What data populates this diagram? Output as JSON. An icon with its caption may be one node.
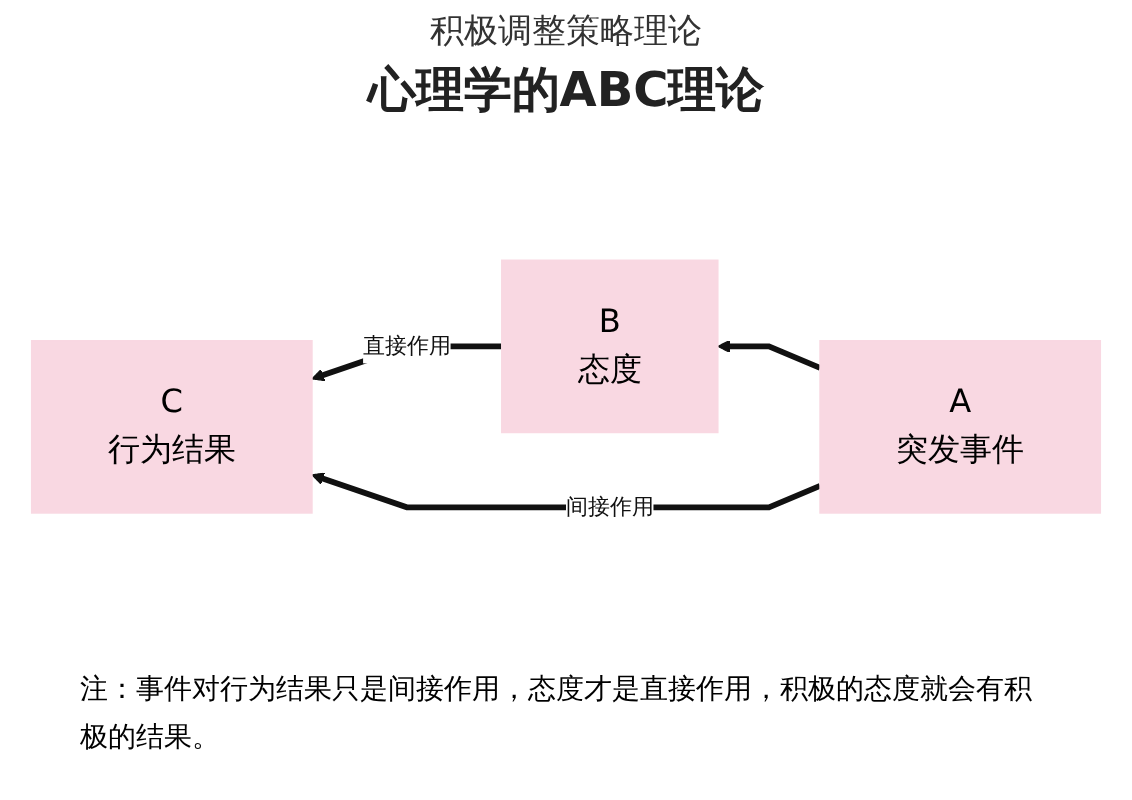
{
  "diagram": {
    "title": "心理学的ABC理论",
    "nodes": [
      {
        "text": [
          "C",
          "行为结果"
        ]
      },
      {
        "text": [
          "B",
          "态度"
        ]
      },
      {
        "text": [
          "A",
          "突发事件"
        ]
      }
    ],
    "edges": [
      {
        "from": 2,
        "to": 1,
        "arrow": "to"
      },
      {
        "from": 1,
        "to": 0,
        "arrow": "to",
        "label": "直接作用"
      },
      {
        "from": 2,
        "to": 0,
        "arrow": "to",
        "label": "间接作用"
      }
    ],
    "labels": [
      "积极调整策略理论",
      "注：事件对行为结果只是间接作用，态度才是直接作用，积极的态度就会有积极的结果。"
    ]
  }
}
